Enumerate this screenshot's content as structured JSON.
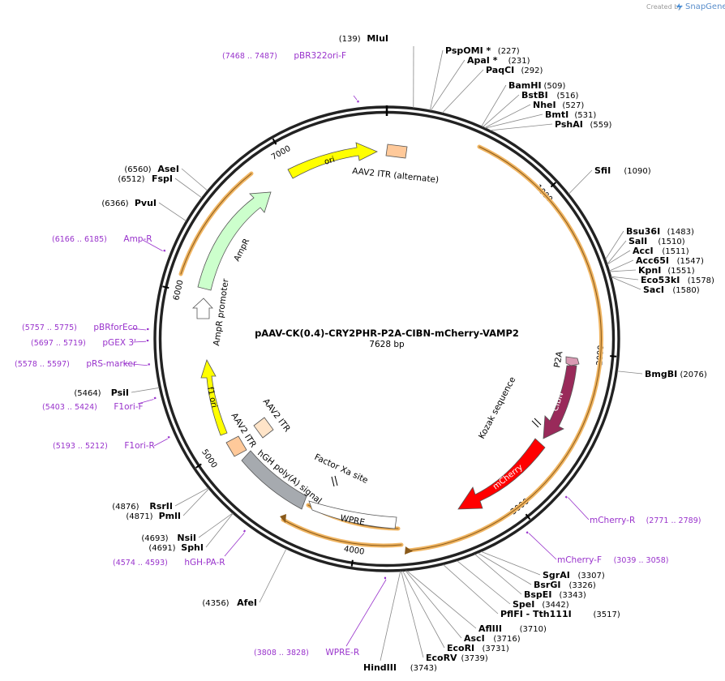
{
  "header": {
    "credit_prefix": "Created by",
    "credit_brand": "SnapGene",
    "logo_icon": "snapgene-logo-icon"
  },
  "plasmid": {
    "name": "pAAV-CK(0.4)-CRY2PHR-P2A-CIBN-mCherry-VAMP2",
    "length_label": "7628 bp",
    "length": 7628
  },
  "ticks": [
    {
      "pos": 1000,
      "label": "1000"
    },
    {
      "pos": 2000,
      "label": "2000"
    },
    {
      "pos": 3000,
      "label": "3000"
    },
    {
      "pos": 4000,
      "label": "4000"
    },
    {
      "pos": 5000,
      "label": "5000"
    },
    {
      "pos": 6000,
      "label": "6000"
    },
    {
      "pos": 7000,
      "label": "7000"
    }
  ],
  "sites": [
    {
      "name": "MluI",
      "pos": 139,
      "pos_label": "(139)"
    },
    {
      "name": "PspOMI *",
      "pos": 227,
      "pos_label": "(227)"
    },
    {
      "name": "ApaI *",
      "pos": 231,
      "pos_label": "(231)"
    },
    {
      "name": "PaqCI",
      "pos": 292,
      "pos_label": "(292)"
    },
    {
      "name": "BamHI",
      "pos": 509,
      "pos_label": "(509)"
    },
    {
      "name": "BstBI",
      "pos": 516,
      "pos_label": "(516)"
    },
    {
      "name": "NheI",
      "pos": 527,
      "pos_label": "(527)"
    },
    {
      "name": "BmtI",
      "pos": 531,
      "pos_label": "(531)"
    },
    {
      "name": "PshAI",
      "pos": 559,
      "pos_label": "(559)"
    },
    {
      "name": "SfiI",
      "pos": 1090,
      "pos_label": "(1090)"
    },
    {
      "name": "Bsu36I",
      "pos": 1483,
      "pos_label": "(1483)"
    },
    {
      "name": "SalI",
      "pos": 1510,
      "pos_label": "(1510)"
    },
    {
      "name": "AccI",
      "pos": 1511,
      "pos_label": "(1511)"
    },
    {
      "name": "Acc65I",
      "pos": 1547,
      "pos_label": "(1547)"
    },
    {
      "name": "KpnI",
      "pos": 1551,
      "pos_label": "(1551)"
    },
    {
      "name": "Eco53kI",
      "pos": 1578,
      "pos_label": "(1578)"
    },
    {
      "name": "SacI",
      "pos": 1580,
      "pos_label": "(1580)"
    },
    {
      "name": "BmgBI",
      "pos": 2076,
      "pos_label": "(2076)"
    },
    {
      "name": "SgrAI",
      "pos": 3307,
      "pos_label": "(3307)"
    },
    {
      "name": "BsrGI",
      "pos": 3326,
      "pos_label": "(3326)"
    },
    {
      "name": "BspEI",
      "pos": 3343,
      "pos_label": "(3343)"
    },
    {
      "name": "SpeI",
      "pos": 3442,
      "pos_label": "(3442)"
    },
    {
      "name": "PflFI - Tth111I",
      "pos": 3517,
      "pos_label": "(3517)"
    },
    {
      "name": "AflIII",
      "pos": 3710,
      "pos_label": "(3710)"
    },
    {
      "name": "AscI",
      "pos": 3716,
      "pos_label": "(3716)"
    },
    {
      "name": "EcoRI",
      "pos": 3731,
      "pos_label": "(3731)"
    },
    {
      "name": "EcoRV",
      "pos": 3739,
      "pos_label": "(3739)"
    },
    {
      "name": "HindIII",
      "pos": 3743,
      "pos_label": "(3743)"
    },
    {
      "name": "AfeI",
      "pos": 4356,
      "pos_label": "(4356)"
    },
    {
      "name": "SphI",
      "pos": 4691,
      "pos_label": "(4691)"
    },
    {
      "name": "NsiI",
      "pos": 4693,
      "pos_label": "(4693)"
    },
    {
      "name": "PmlI",
      "pos": 4871,
      "pos_label": "(4871)"
    },
    {
      "name": "RsrII",
      "pos": 4876,
      "pos_label": "(4876)"
    },
    {
      "name": "PsiI",
      "pos": 5464,
      "pos_label": "(5464)"
    },
    {
      "name": "PvuI",
      "pos": 6366,
      "pos_label": "(6366)"
    },
    {
      "name": "FspI",
      "pos": 6512,
      "pos_label": "(6512)"
    },
    {
      "name": "AseI",
      "pos": 6560,
      "pos_label": "(6560)"
    }
  ],
  "primers": [
    {
      "name": "pBR322ori-F",
      "range": "(7468 .. 7487)",
      "pos": 7477
    },
    {
      "name": "mCherry-R",
      "range": "(2771 .. 2789)",
      "pos": 2780
    },
    {
      "name": "mCherry-F",
      "range": "(3039 .. 3058)",
      "pos": 3048
    },
    {
      "name": "WPRE-R",
      "range": "(3808 .. 3828)",
      "pos": 3818
    },
    {
      "name": "hGH-PA-R",
      "range": "(4574 .. 4593)",
      "pos": 4583
    },
    {
      "name": "F1ori-R",
      "range": "(5193 .. 5212)",
      "pos": 5202
    },
    {
      "name": "F1ori-F",
      "range": "(5403 .. 5424)",
      "pos": 5413
    },
    {
      "name": "pRS-marker",
      "range": "(5578 .. 5597)",
      "pos": 5587
    },
    {
      "name": "pGEX 3'",
      "range": "(5697 .. 5719)",
      "pos": 5708
    },
    {
      "name": "pBRforEco",
      "range": "(5757 .. 5775)",
      "pos": 5766
    },
    {
      "name": "Amp-R",
      "range": "(6166 .. 6185)",
      "pos": 6175
    }
  ],
  "features": [
    {
      "name": "ori",
      "label": "ori",
      "color": "#ffff00"
    },
    {
      "name": "AAV2 ITR (alternate)",
      "label": "AAV2 ITR (alternate)",
      "color": "#ffc99a"
    },
    {
      "name": "AmpR",
      "label": "AmpR",
      "color": "#ccffcc"
    },
    {
      "name": "AmpR promoter",
      "label": "AmpR promoter",
      "color": "#ffffff"
    },
    {
      "name": "f1 ori",
      "label": "f1 ori",
      "color": "#ffff00"
    },
    {
      "name": "AAV2 ITR",
      "label": "AAV2 ITR",
      "color": "#ffc99a"
    },
    {
      "name": "AAV2 ITR left",
      "label": "AAV2 ITR",
      "color": "#ffe4c8"
    },
    {
      "name": "hGH poly(A) signal",
      "label": "hGH poly(A) signal",
      "color": "#a6aaaf"
    },
    {
      "name": "Factor Xa site",
      "label": "Factor Xa site",
      "color": "#ffffff"
    },
    {
      "name": "WPRE",
      "label": "WPRE",
      "color": "#ffffff"
    },
    {
      "name": "P2A",
      "label": "P2A",
      "color": "#d99ab3"
    },
    {
      "name": "CIBN",
      "label": "CIBN",
      "color": "#992a5a"
    },
    {
      "name": "mCherry",
      "label": "mCherry",
      "color": "#ff0000"
    },
    {
      "name": "Kozak sequence",
      "label": "Kozak sequence",
      "color": "#ffffff"
    }
  ],
  "colors": {
    "backbone": "#222222",
    "orf": "#f0b562",
    "primer": "#9933cc",
    "leader_line": "#888888"
  }
}
